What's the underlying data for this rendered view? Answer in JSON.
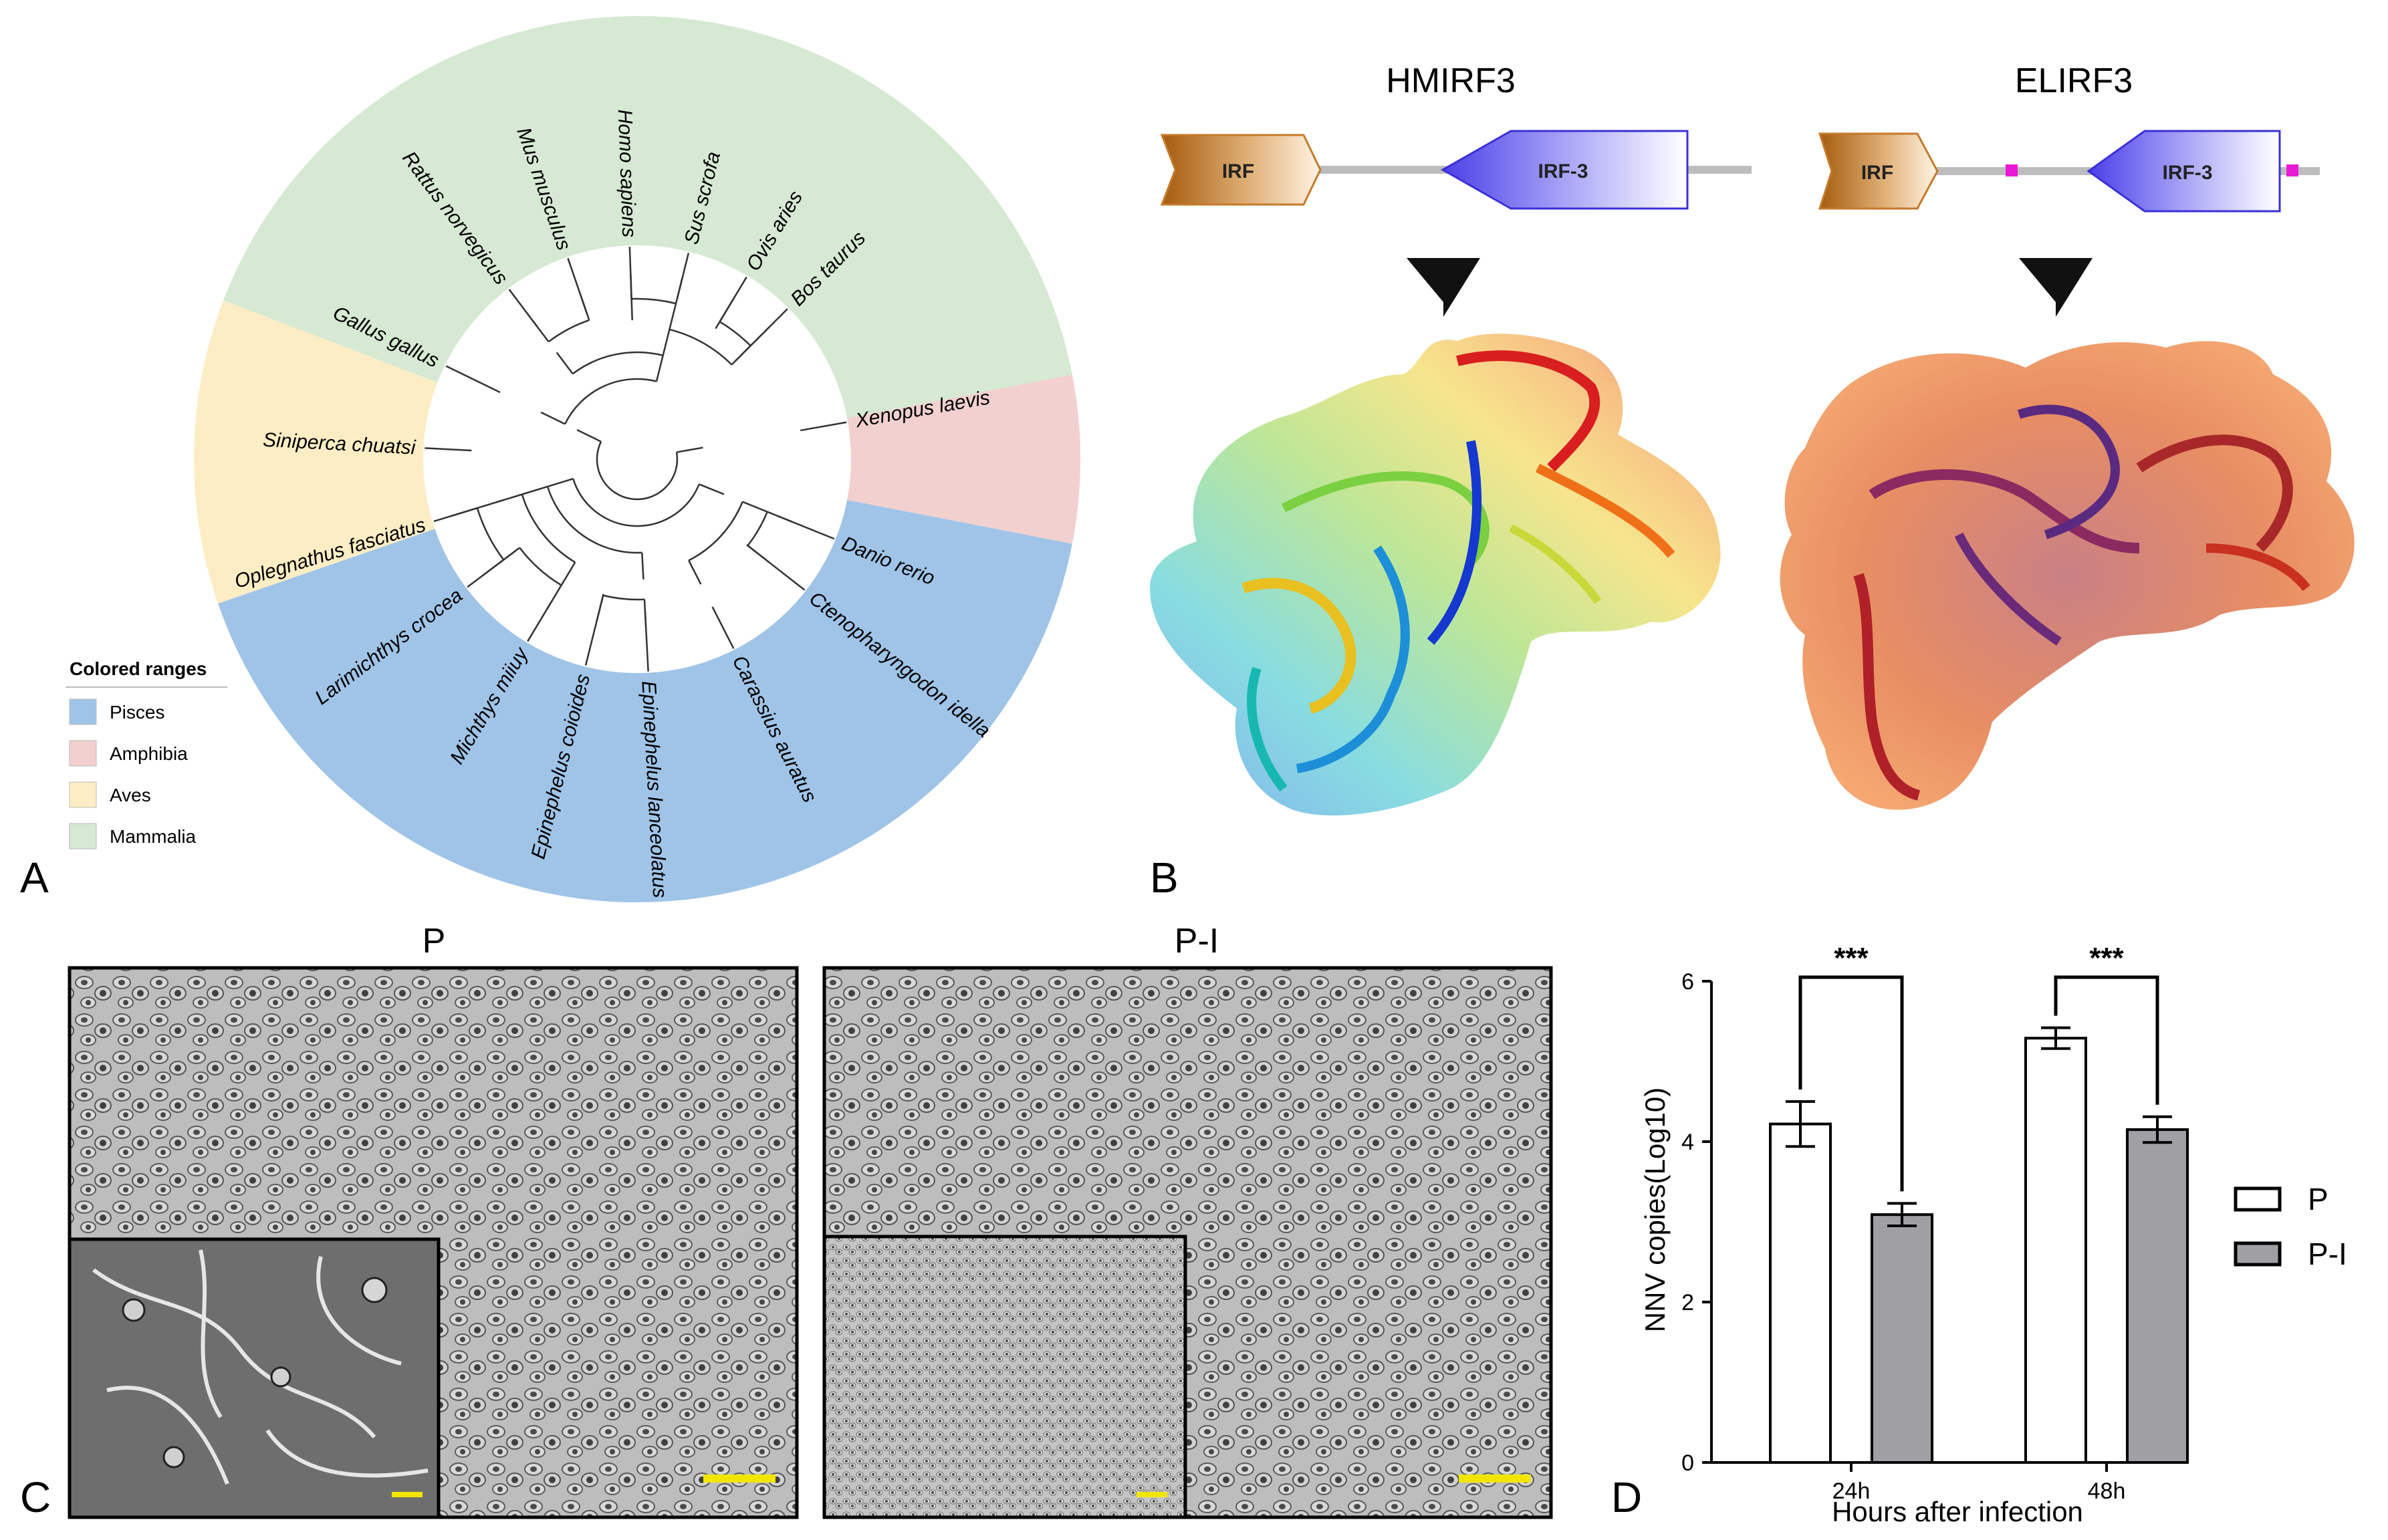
{
  "panel_letters": {
    "a": "A",
    "b": "B",
    "c": "C",
    "d": "D"
  },
  "tree": {
    "legend_title": "Colored ranges",
    "groups": [
      {
        "name": "Pisces",
        "color": "#a0c4e8"
      },
      {
        "name": "Amphibia",
        "color": "#f2d0d0"
      },
      {
        "name": "Aves",
        "color": "#fdedc4"
      },
      {
        "name": "Mammalia",
        "color": "#d6e9d3"
      }
    ],
    "tips": [
      "Rattus norvegicus",
      "Mus musculus",
      "Homo sapiens",
      "Sus scrofa",
      "Ovis aries",
      "Bos taurus",
      "Xenopus laevis",
      "Danio rerio",
      "Ctenopharyngodon idella",
      "Carassius auratus",
      "Epinephelus lanceolatus",
      "Epinephelus coioides",
      "Michthys miiuy",
      "Larimichthys crocea",
      "Oplegnathus fasciatus",
      "Siniperca chuatsi",
      "Gallus gallus"
    ]
  },
  "structures": {
    "hmirf3": {
      "title": "HMIRF3",
      "domain1": "IRF",
      "domain2": "IRF-3"
    },
    "elirf3": {
      "title": "ELIRF3",
      "domain1": "IRF",
      "domain2": "IRF-3"
    }
  },
  "micrographs": {
    "left_title": "P",
    "right_title": "P-I"
  },
  "chart_data": {
    "type": "bar",
    "categories": [
      "24h",
      "48h"
    ],
    "series": [
      {
        "name": "P",
        "values": [
          4.22,
          5.29
        ],
        "errors": [
          0.28,
          0.13
        ],
        "color": "#ffffff"
      },
      {
        "name": "P-I",
        "values": [
          3.09,
          4.15
        ],
        "errors": [
          0.14,
          0.16
        ],
        "color": "#a0a0a4"
      }
    ],
    "xlabel": "Hours after infection",
    "ylabel": "NNV copies(Log10)",
    "ylim": [
      0,
      6
    ],
    "yticks": [
      0,
      2,
      4,
      6
    ],
    "significance": [
      "***",
      "***"
    ],
    "legend": "right",
    "grid": false
  }
}
